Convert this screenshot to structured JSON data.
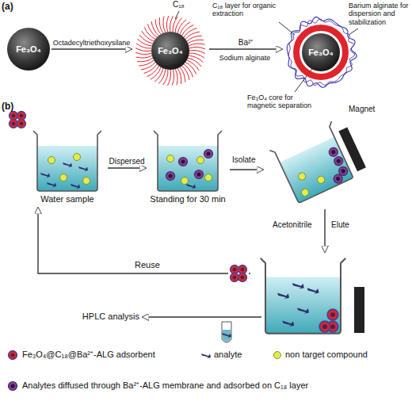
{
  "diagram": {
    "nodes": [
      {
        "text": [
          "Fe₃O₄"
        ]
      },
      {
        "text": [
          "Fe₃O₄"
        ]
      },
      {
        "text": [
          "Fe₃O₄"
        ]
      },
      {
        "text": [
          "Water sample"
        ]
      },
      {
        "text": [
          "Standing for 30 min"
        ]
      }
    ],
    "edges": [
      {
        "from": 0,
        "to": 1,
        "label": "Octadecyltriethoxysilane",
        "arrow": "to"
      },
      {
        "from": 1,
        "to": 2,
        "label": "Ba²⁺",
        "arrow": "to"
      },
      {
        "from": 3,
        "to": 4,
        "label": "Dispersed",
        "arrow": "to"
      }
    ],
    "labels": [
      "(a)",
      "C₁₈",
      "Sodium alginate",
      "C₁₈ layer for organic extraction",
      "Barium alginate for dispersion and stabilization",
      "Fe₃O₄ core for magnetic separation",
      "(b)",
      "Isolate",
      "Magnet",
      "Acetonitrile",
      "Elute",
      "Reuse",
      "HPLC analysis"
    ],
    "legend": [
      {
        "text": "Fe₃O₄@C₁₈@Ba²⁺-ALG adsorbent"
      },
      {
        "text": "analyte"
      },
      {
        "text": "non target compound"
      },
      {
        "text": "Analytes diffused through Ba²⁺-ALG membrane and adsorbed on C₁₈ layer"
      }
    ]
  }
}
